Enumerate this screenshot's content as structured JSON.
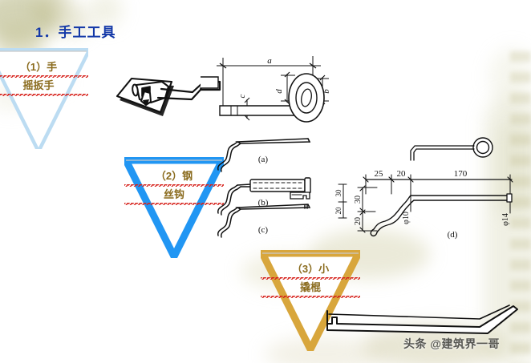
{
  "slide": {
    "title": "1．手工工具",
    "title_color": "#1338a8",
    "background_color": "#ffffff",
    "watermark": "头条 @建筑界一哥"
  },
  "callouts": [
    {
      "name": "hand-crank-wrench",
      "number": "（1）手",
      "line1": "（1）手",
      "line2": "摇扳手",
      "full_label": "（1）手摇扳手",
      "fill_color": "#ffffff",
      "border_color": "#bcdcf2",
      "text_color": "#8a6b1d"
    },
    {
      "name": "wire-hook",
      "number": "（2）钢",
      "line1": "（2）钢",
      "line2": "丝钩",
      "full_label": "（2）钢丝钩",
      "fill_color": "#ffffff",
      "border_color": "#2196f3",
      "text_color": "#8a6b1d"
    },
    {
      "name": "small-pry-bar",
      "number": "（3）小",
      "line1": "（3）小",
      "line2": "撬棍",
      "full_label": "（3）小撬棍",
      "fill_color": "#ffffff",
      "border_color": "#d8a63c",
      "text_color": "#8a6b1d"
    }
  ],
  "figures": {
    "wrench_photo": {
      "caption": "",
      "alt": "手摇扳手立体示意图"
    },
    "wrench_dims": {
      "alt": "手摇扳手尺寸图",
      "labels": {
        "a": "a",
        "b": "b",
        "c": "c",
        "d": "d"
      }
    },
    "hooks": {
      "alt": "钢丝钩三种型式",
      "items": [
        {
          "label": "(a)"
        },
        {
          "label": "(b)"
        },
        {
          "label": "(c)"
        }
      ],
      "side_dims": [
        "30",
        "20"
      ]
    },
    "hook_detail": {
      "alt": "钢丝钩尺寸详图",
      "label": "(d)",
      "horizontal_dims": [
        "25",
        "20",
        "170"
      ],
      "vertical_dims": [
        "30",
        "20"
      ],
      "diameters": [
        "φ10",
        "φ14"
      ]
    },
    "pry_bar": {
      "alt": "小撬棍示意图",
      "caption": ""
    }
  }
}
